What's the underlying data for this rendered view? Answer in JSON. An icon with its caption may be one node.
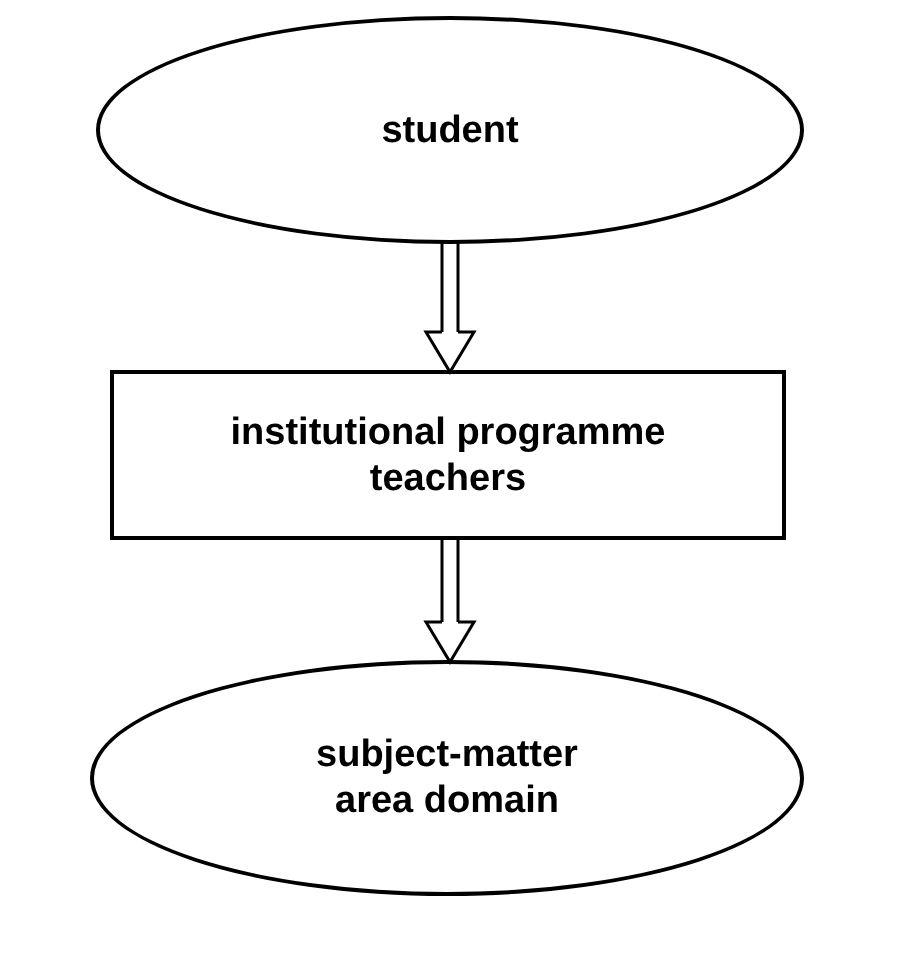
{
  "diagram": {
    "nodes": [
      {
        "text": [
          "student"
        ]
      },
      {
        "text": [
          "institutional programme teachers"
        ]
      },
      {
        "text": [
          "subject-matter area domain"
        ]
      }
    ],
    "edges": [
      {
        "from": 0,
        "to": 1,
        "arrow": "to"
      },
      {
        "from": 1,
        "to": 2,
        "arrow": "to"
      }
    ]
  }
}
